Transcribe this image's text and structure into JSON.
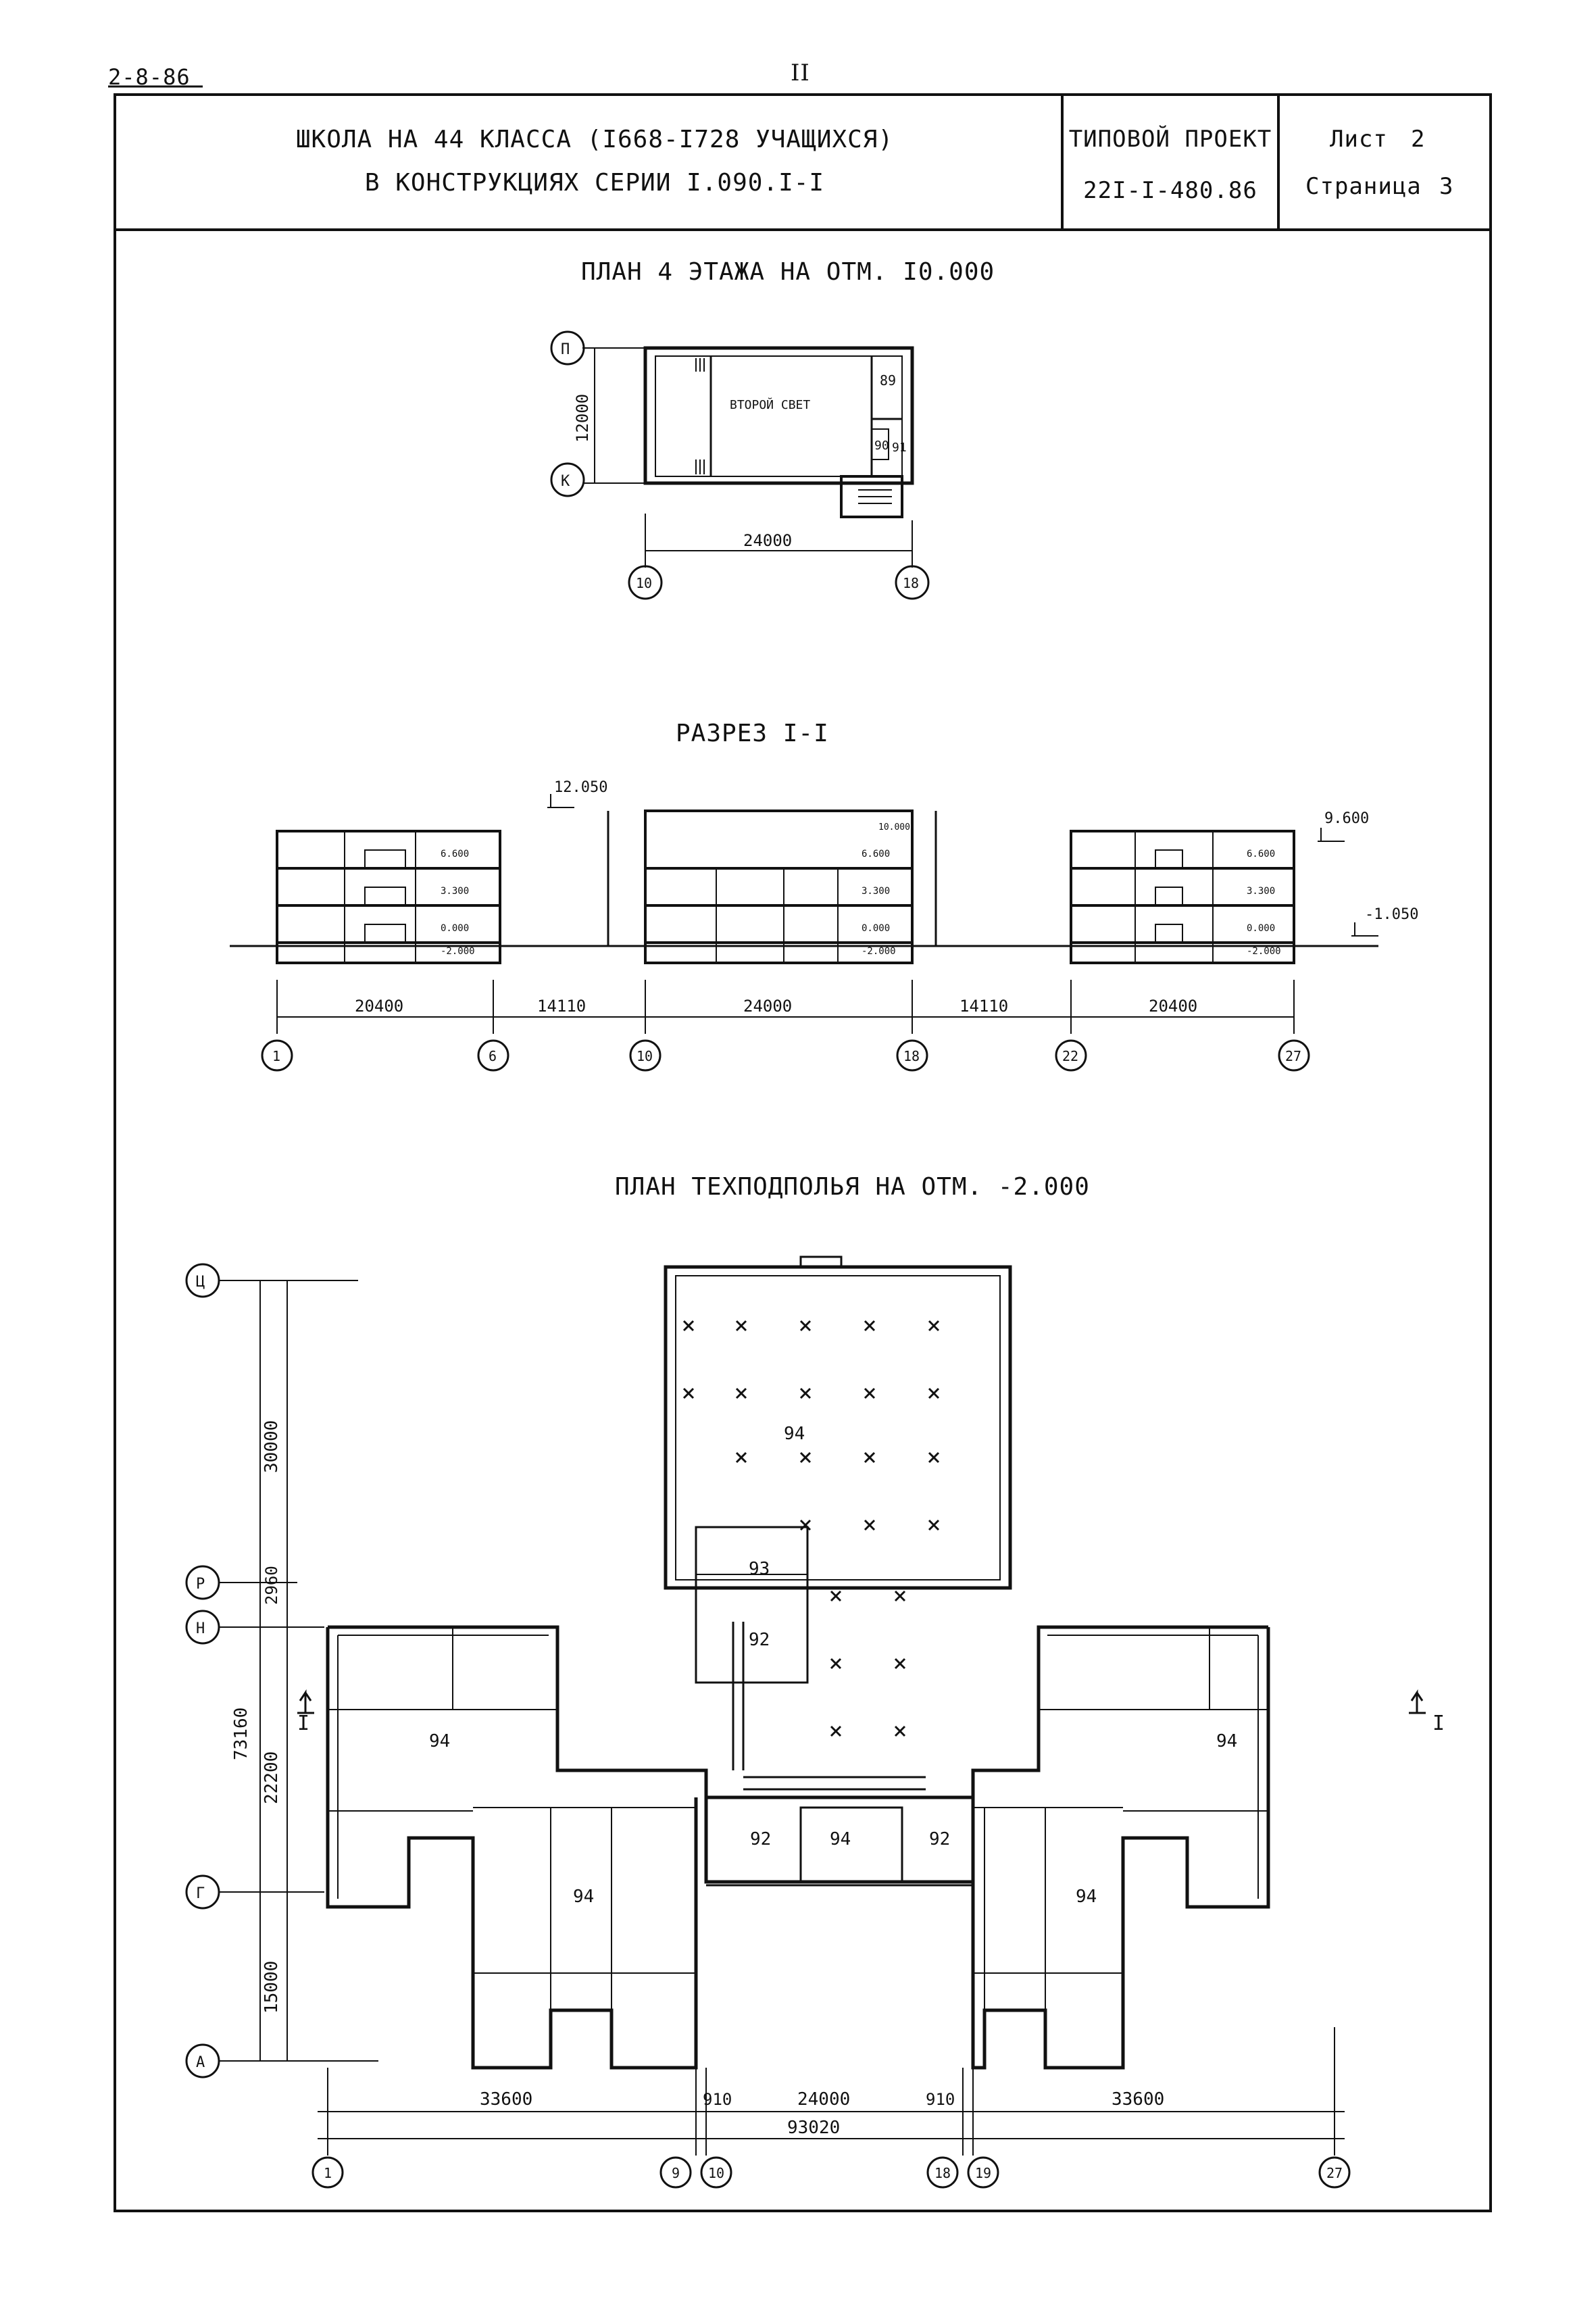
{
  "page_code": "2-8-86",
  "page_number": "II",
  "title_block": {
    "title_line1": "ШКОЛА НА 44 КЛАССА (I668-I728 УЧАЩИХСЯ)",
    "title_line2": "В КОНСТРУКЦИЯХ СЕРИИ I.090.I-I",
    "project_type": "ТИПОВОЙ ПРОЕКТ",
    "project_number": "22I-I-480.86",
    "sheet_label": "Лист",
    "sheet_value": "2",
    "page_label": "Страница",
    "page_value": "3"
  },
  "plan4": {
    "title": "ПЛАН 4 ЭТАЖА НА ОТМ. I0.000",
    "room_label": "ВТОРОЙ СВЕТ",
    "rooms": [
      "89",
      "90",
      "91"
    ],
    "dim_vertical": "12000",
    "dim_horizontal": "24000",
    "axes": [
      "П",
      "К",
      "10",
      "18"
    ]
  },
  "section": {
    "title": "РАЗРЕЗ I-I",
    "elev_top": "12.050",
    "elev_right": "9.600",
    "elev_ground": "-1.050",
    "levels_left": [
      "6.600",
      "3.300",
      "0.000",
      "-2.000"
    ],
    "levels_mid": [
      "10.000",
      "6.600",
      "3.300",
      "0.000",
      "-2.000"
    ],
    "levels_right": [
      "6.600",
      "3.300",
      "0.000",
      "-2.000"
    ],
    "dims": [
      "20400",
      "14110",
      "24000",
      "14110",
      "20400"
    ],
    "axes": [
      "1",
      "6",
      "10",
      "18",
      "22",
      "27"
    ]
  },
  "basement": {
    "title": "ПЛАН ТЕХПОДПОЛЬЯ НА ОТМ. -2.000",
    "rooms": [
      "94",
      "93",
      "92",
      "94",
      "94",
      "92",
      "94",
      "92",
      "94",
      "94"
    ],
    "dims_vertical": [
      "30000",
      "2960",
      "73160",
      "22200",
      "15000"
    ],
    "dims_horizontal": [
      "33600",
      "910",
      "24000",
      "910",
      "33600"
    ],
    "dim_total": "93020",
    "axes_left": [
      "Ц",
      "Р",
      "Н",
      "Г",
      "А"
    ],
    "axes_bottom": [
      "1",
      "9",
      "10",
      "18",
      "19",
      "27"
    ],
    "section_mark": "I"
  }
}
